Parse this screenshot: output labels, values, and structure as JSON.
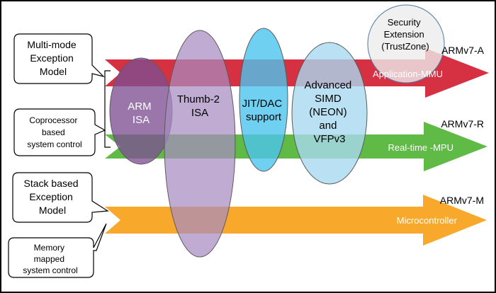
{
  "callouts": {
    "multi_mode": [
      "Multi-mode",
      "Exception",
      "Model"
    ],
    "coprocessor": [
      "Coprocessor",
      "based",
      "system control"
    ],
    "stack_based": [
      "Stack based",
      "Exception",
      "Model"
    ],
    "memory_mapped": [
      "Memory",
      "mapped",
      "system control"
    ]
  },
  "arrows": {
    "a": {
      "profile": "ARMv7-A",
      "label": "Application-MMU",
      "color": "#d42638"
    },
    "r": {
      "profile": "ARMv7-R",
      "label": "Real-time -MPU",
      "color": "#5fba46"
    },
    "m": {
      "profile": "ARMv7-M",
      "label": "Microcontroller",
      "color": "#f8a92c"
    }
  },
  "features": {
    "arm_isa": {
      "lines": [
        "ARM",
        "ISA"
      ],
      "color": "#7e4f94"
    },
    "thumb2": {
      "lines": [
        "Thumb-2",
        "ISA"
      ],
      "color": "#a88cc0"
    },
    "jit_dac": {
      "lines": [
        "JIT/DAC",
        "support"
      ],
      "color": "#4cc4ee"
    },
    "simd": {
      "lines": [
        "Advanced",
        "SIMD",
        "(NEON)",
        "and",
        "VFPv3"
      ],
      "color": "#a9daf0"
    },
    "trustzone": {
      "lines": [
        "Security",
        "Extension",
        "(TrustZone)"
      ],
      "color": "#ececec"
    }
  }
}
